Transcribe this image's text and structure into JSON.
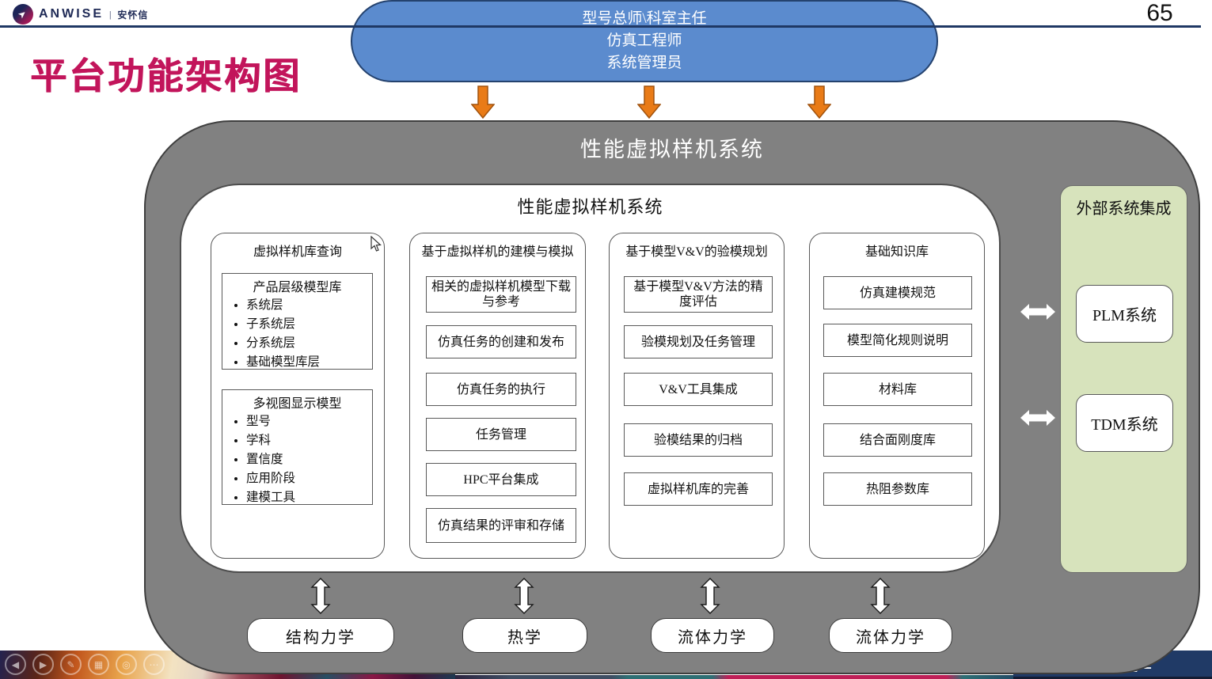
{
  "page": {
    "number": "65"
  },
  "brand": {
    "name": "ANWISE",
    "separator": "|",
    "cn": "安怀信"
  },
  "slide_title": "平台功能架构图",
  "roles": {
    "line1": "型号总师\\科室主任",
    "line2": "仿真工程师",
    "line3": "系统管理员"
  },
  "system": {
    "outer_title": "性能虚拟样机系统",
    "inner_title": "性能虚拟样机系统"
  },
  "columns": [
    {
      "title": "虚拟样机库查询",
      "groups": [
        {
          "title": "产品层级模型库",
          "bullets": [
            "系统层",
            "子系统层",
            "分系统层",
            "基础模型库层"
          ]
        },
        {
          "title": "多视图显示模型",
          "bullets": [
            "型号",
            "学科",
            "置信度",
            "应用阶段",
            "建模工具"
          ]
        }
      ]
    },
    {
      "title": "基于虚拟样机的建模与模拟",
      "boxes": [
        "相关的虚拟样机模型下载与参考",
        "仿真任务的创建和发布",
        "仿真任务的执行",
        "任务管理",
        "HPC平台集成",
        "仿真结果的评审和存储"
      ]
    },
    {
      "title": "基于模型V&V的验模规划",
      "boxes": [
        "基于模型V&V方法的精度评估",
        "验模规划及任务管理",
        "V&V工具集成",
        "验模结果的归档",
        "虚拟样机库的完善"
      ]
    },
    {
      "title": "基础知识库",
      "boxes": [
        "仿真建模规范",
        "模型简化规则说明",
        "材料库",
        "结合面刚度库",
        "热阻参数库"
      ]
    }
  ],
  "external": {
    "title": "外部系统集成",
    "systems": [
      "PLM系统",
      "TDM系统"
    ]
  },
  "disciplines": [
    "结构力学",
    "热学",
    "流体力学",
    "流体力学"
  ],
  "player": {
    "glyphs": [
      "◀",
      "▶",
      "✎",
      "▦",
      "◎",
      "⋯"
    ]
  },
  "footer": {
    "partial_brand": "E"
  },
  "colors": {
    "title_magenta": "#c2155b",
    "ellipse_blue": "#5b8bce",
    "arrow_orange": "#e97b17",
    "container_gray": "#818181",
    "external_green": "#d7e3bc",
    "navy": "#1f3864"
  }
}
